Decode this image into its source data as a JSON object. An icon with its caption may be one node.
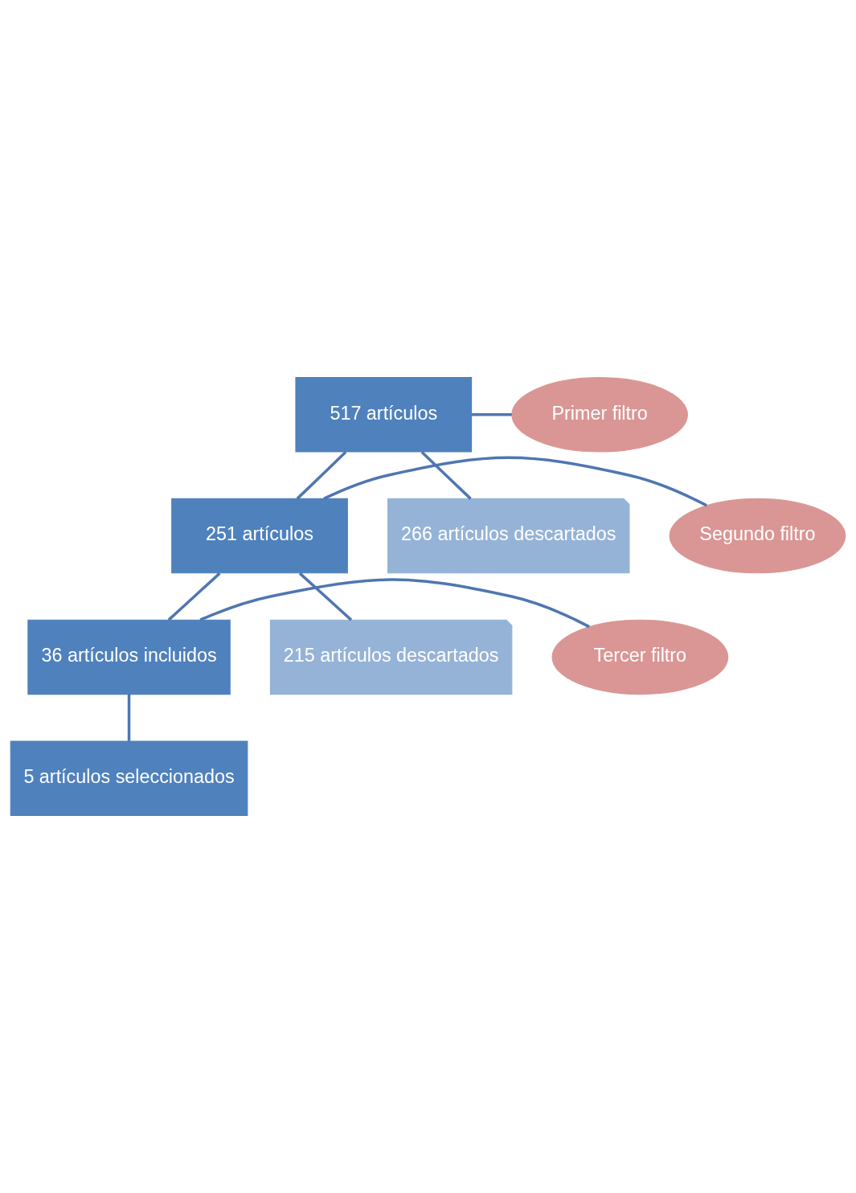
{
  "diagram": {
    "nodes": [
      {
        "text": [
          "517 artículos"
        ]
      },
      {
        "text": [
          "Primer filtro"
        ]
      },
      {
        "text": [
          "251 artículos"
        ]
      },
      {
        "text": [
          "266 artículos descartados"
        ]
      },
      {
        "text": [
          "Segundo filtro"
        ]
      },
      {
        "text": [
          "36 artículos incluidos"
        ]
      },
      {
        "text": [
          "215 artículos descartados"
        ]
      },
      {
        "text": [
          "Tercer filtro"
        ]
      },
      {
        "text": [
          "5 artículos seleccionados"
        ]
      }
    ],
    "edges": [
      {
        "from": 0,
        "to": 2,
        "arrow": "none"
      },
      {
        "from": 0,
        "to": 3,
        "arrow": "none"
      },
      {
        "from": 1,
        "to": 0,
        "arrow": "none"
      },
      {
        "from": 2,
        "to": 5,
        "arrow": "none"
      },
      {
        "from": 2,
        "to": 6,
        "arrow": "none"
      },
      {
        "from": 4,
        "to": 2,
        "arrow": "none"
      },
      {
        "from": 5,
        "to": 8,
        "arrow": "none"
      },
      {
        "from": 7,
        "to": 5,
        "arrow": "none"
      }
    ]
  }
}
